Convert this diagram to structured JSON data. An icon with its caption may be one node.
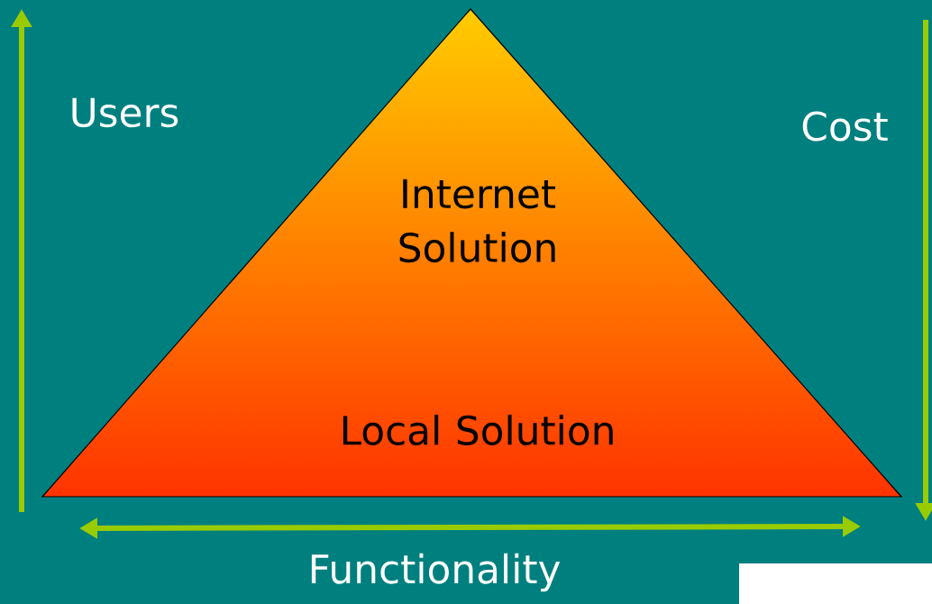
{
  "diagram": {
    "nodes": [
      {
        "text": [
          "Internet Solution",
          "Local Solution"
        ]
      }
    ],
    "labels": [
      "Users",
      "Cost",
      "Functionality"
    ]
  }
}
